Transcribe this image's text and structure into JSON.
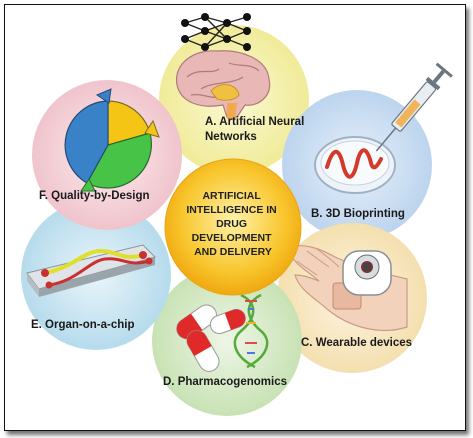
{
  "center": {
    "lines": [
      "ARTIFICIAL",
      "INTELLIGENCE IN",
      "DRUG",
      "DEVELOPMENT",
      "AND DELIVERY"
    ],
    "fill": "#f5b71a"
  },
  "petals": [
    {
      "id": "a",
      "label_lines": [
        "A. Artificial Neural",
        "Networks"
      ],
      "color": "#f3f0a8"
    },
    {
      "id": "b",
      "label_lines": [
        "B. 3D Bioprinting"
      ],
      "color": "#c9dcf2"
    },
    {
      "id": "c",
      "label_lines": [
        "C. Wearable devices"
      ],
      "color": "#f8e8c4"
    },
    {
      "id": "d",
      "label_lines": [
        "D. Pharmacogenomics"
      ],
      "color": "#d6eac6"
    },
    {
      "id": "e",
      "label_lines": [
        "E. Organ-on-a-chip"
      ],
      "color": "#c9e6f1"
    },
    {
      "id": "f",
      "label_lines": [
        "F. Quality-by-Design"
      ],
      "color": "#f5d7dc"
    }
  ],
  "icons": {
    "a": "neural-network-brain-icon",
    "b": "syringe-petri-dish-icon",
    "c": "hand-wearable-patch-icon",
    "d": "capsules-dna-icon",
    "e": "microfluidic-chip-icon",
    "f": "cycle-arrows-icon"
  }
}
